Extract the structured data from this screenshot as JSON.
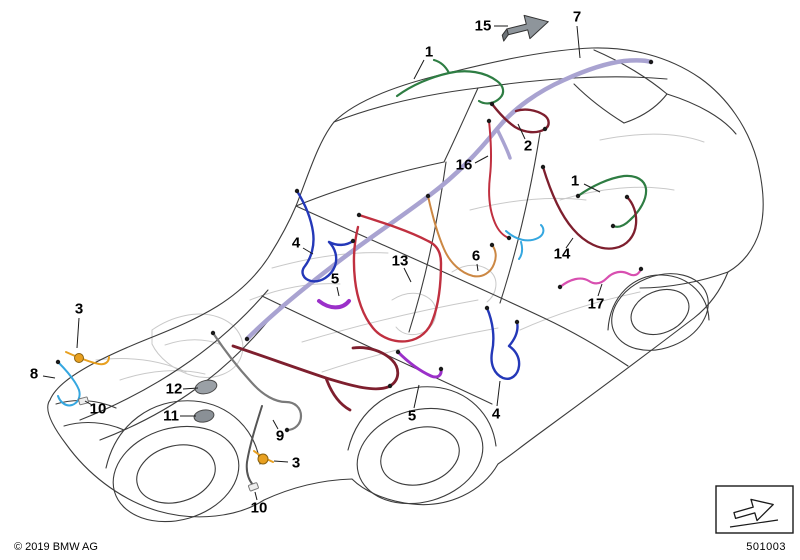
{
  "meta": {
    "copyright": "© 2019 BMW AG",
    "diagram_number": "501003"
  },
  "callouts": [
    {
      "label": "15"
    },
    {
      "label": "7"
    },
    {
      "label": "1"
    },
    {
      "label": "2"
    },
    {
      "label": "16"
    },
    {
      "label": "1"
    },
    {
      "label": "4"
    },
    {
      "label": "13"
    },
    {
      "label": "6"
    },
    {
      "label": "14"
    },
    {
      "label": "5"
    },
    {
      "label": "17"
    },
    {
      "label": "3"
    },
    {
      "label": "8"
    },
    {
      "label": "10"
    },
    {
      "label": "12"
    },
    {
      "label": "11"
    },
    {
      "label": "9"
    },
    {
      "label": "5"
    },
    {
      "label": "4"
    },
    {
      "label": "3"
    },
    {
      "label": "10"
    }
  ],
  "icons": {
    "direction_arrow": "direction-arrow-icon",
    "legend_arrow": "legend-arrow-icon"
  },
  "colors": {
    "outline": "#3c3c3c",
    "ghost": "#c9c9c9",
    "leader": "#1a1a1a",
    "connector": "#1a1a1a",
    "harness_main": "#a9a3d1",
    "harness_green": "#2e7d43",
    "harness_dark_red": "#7e1f2e",
    "harness_red": "#c03040",
    "harness_cyan": "#35a7e0",
    "harness_orange": "#cc8844",
    "harness_amber": "#e8a020",
    "harness_blue": "#2438b8",
    "harness_magenta": "#d84fb0",
    "harness_violet": "#9b30c9",
    "harness_gray": "#7a7a7a",
    "harness_dark_gray": "#555555",
    "arrow_fill": "#8e959b",
    "arrow_fold": "#6d7378"
  }
}
